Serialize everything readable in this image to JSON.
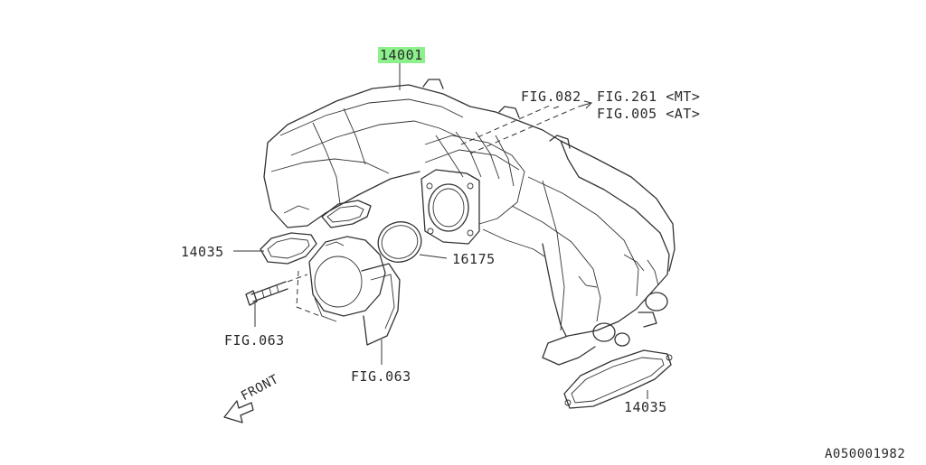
{
  "labels": {
    "manifold": "14001",
    "fig082": "FIG.082",
    "fig261": "FIG.261 <MT>",
    "fig005": "FIG.005 <AT>",
    "gasket_left": "14035",
    "throttle_gasket": "16175",
    "bolt_fig": "FIG.063",
    "throttle_fig": "FIG.063",
    "gasket_right": "14035",
    "front": "FRONT",
    "diagram_id": "A050001982"
  },
  "colors": {
    "highlight": "#8cf08c",
    "line": "#333333",
    "background": "#ffffff"
  }
}
